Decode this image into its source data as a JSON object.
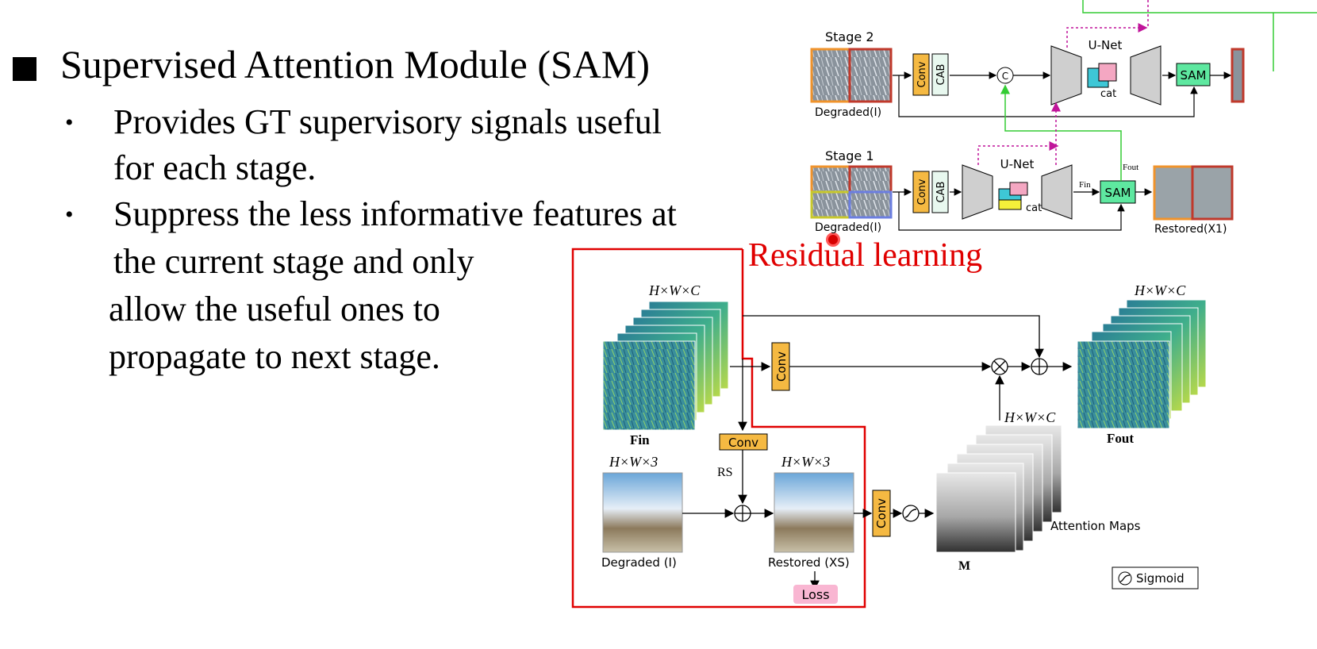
{
  "slide": {
    "title": "Supervised Attention Module (SAM)",
    "bullets": [
      {
        "lines": [
          "Provides GT supervisory signals useful",
          "for each stage."
        ]
      },
      {
        "lines": [
          "Suppress the less informative features at",
          "the current stage and only",
          "allow the useful ones to",
          "propagate to next stage."
        ]
      }
    ]
  },
  "top_diagram": {
    "stage2_label": "Stage 2",
    "stage1_label": "Stage 1",
    "degraded_label": "Degraded(I)",
    "conv": "Conv",
    "cab": "CAB",
    "concat_symbol": "C",
    "unet": "U-Net",
    "cat": "cat",
    "sam": "SAM",
    "f_in": "Fin",
    "f_out": "Fout",
    "restored_x1": "Restored(X1)"
  },
  "main_diagram": {
    "residual_learning": "Residual learning",
    "hwc": "H×W×C",
    "hw3": "H×W×3",
    "f_in_label": "Fin",
    "f_out_label": "Fout",
    "conv": "Conv",
    "rs_label": "RS",
    "degraded_label": "Degraded (I)",
    "restored_label": "Restored (XS)",
    "loss": "Loss",
    "m_label": "M",
    "attention_maps": "Attention Maps",
    "sigmoid_legend": "Sigmoid"
  },
  "colors": {
    "conv_fill": "#f5b942",
    "sam_fill": "#5ee8a0",
    "loss_fill": "#f9b6d2",
    "red_box": "#e00000",
    "green_arrow": "#33cc33",
    "magenta_dash": "#c0149a",
    "feature_teal": "#2a8f8a",
    "feature_yellow": "#c9e84a"
  }
}
